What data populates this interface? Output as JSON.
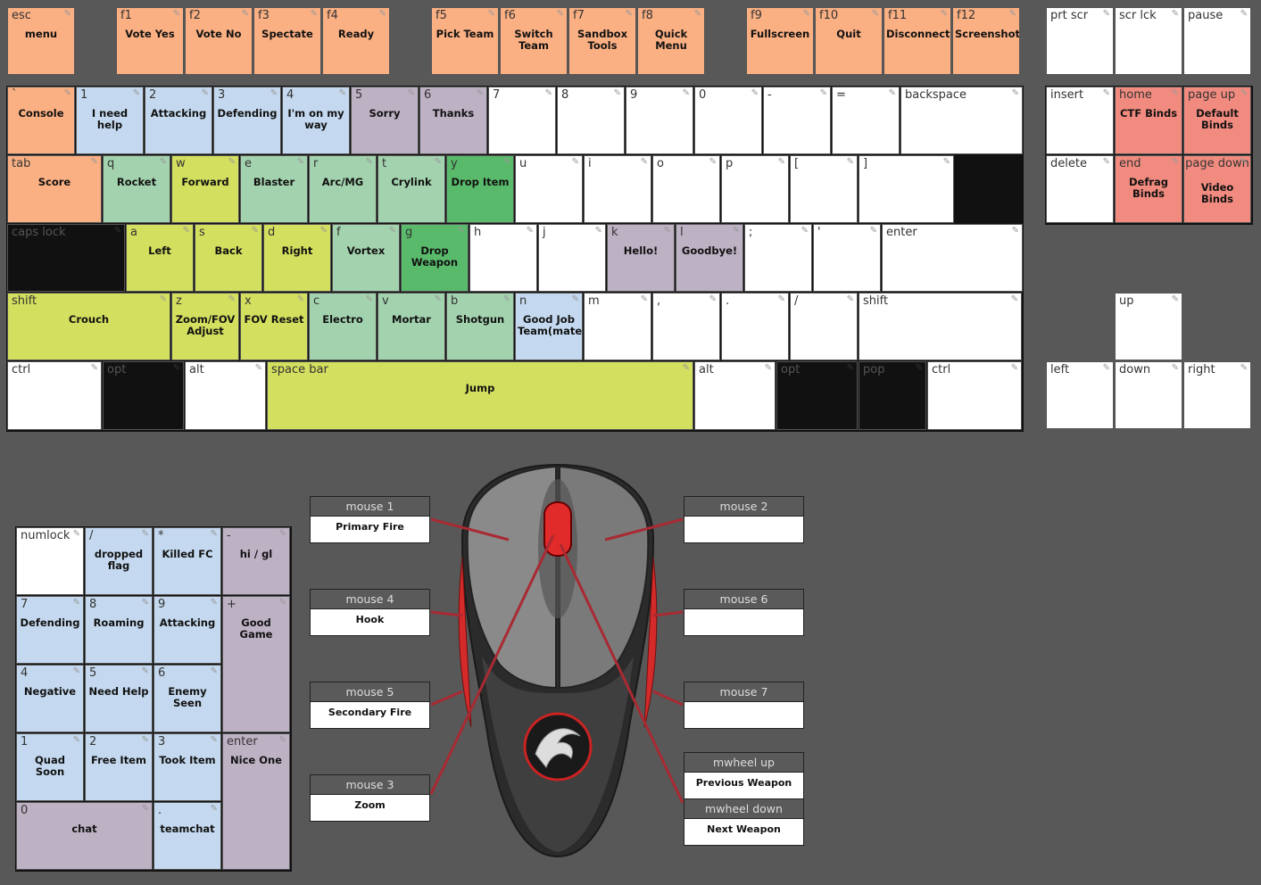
{
  "pencil_icon": "✎",
  "colors": {
    "orange": "#fbb083",
    "white": "#ffffff",
    "blue": "#c4d9ef",
    "mauve": "#bdb1c4",
    "yellow": "#d3df5e",
    "mint": "#a3d3ae",
    "green": "#5aba6b",
    "red": "#f28b7f",
    "black": "#111111",
    "background": "#585858",
    "mouse_accent": "#d42a2a"
  },
  "keyboard": {
    "function_row": [
      {
        "label": "esc",
        "action": "menu",
        "color": "orange"
      },
      {
        "label": "f1",
        "action": "Vote Yes",
        "color": "orange"
      },
      {
        "label": "f2",
        "action": "Vote No",
        "color": "orange"
      },
      {
        "label": "f3",
        "action": "Spectate",
        "color": "orange"
      },
      {
        "label": "f4",
        "action": "Ready",
        "color": "orange"
      },
      {
        "label": "f5",
        "action": "Pick Team",
        "color": "orange"
      },
      {
        "label": "f6",
        "action": "Switch Team",
        "color": "orange"
      },
      {
        "label": "f7",
        "action": "Sandbox Tools",
        "color": "orange"
      },
      {
        "label": "f8",
        "action": "Quick Menu",
        "color": "orange"
      },
      {
        "label": "f9",
        "action": "Fullscreen",
        "color": "orange"
      },
      {
        "label": "f10",
        "action": "Quit",
        "color": "orange"
      },
      {
        "label": "f11",
        "action": "Disconnect",
        "color": "orange"
      },
      {
        "label": "f12",
        "action": "Screenshot",
        "color": "orange"
      }
    ],
    "number_row": [
      {
        "label": "`",
        "action": "Console",
        "color": "orange"
      },
      {
        "label": "1",
        "action": "I need help",
        "color": "blue"
      },
      {
        "label": "2",
        "action": "Attacking",
        "color": "blue"
      },
      {
        "label": "3",
        "action": "Defending",
        "color": "blue"
      },
      {
        "label": "4",
        "action": "I'm on my way",
        "color": "blue"
      },
      {
        "label": "5",
        "action": "Sorry",
        "color": "mauve"
      },
      {
        "label": "6",
        "action": "Thanks",
        "color": "mauve"
      },
      {
        "label": "7",
        "action": "",
        "color": "white"
      },
      {
        "label": "8",
        "action": "",
        "color": "white"
      },
      {
        "label": "9",
        "action": "",
        "color": "white"
      },
      {
        "label": "0",
        "action": "",
        "color": "white"
      },
      {
        "label": "-",
        "action": "",
        "color": "white"
      },
      {
        "label": "=",
        "action": "",
        "color": "white"
      },
      {
        "label": "backspace",
        "action": "",
        "color": "white"
      }
    ],
    "tab_row": [
      {
        "label": "tab",
        "action": "Score",
        "color": "orange"
      },
      {
        "label": "q",
        "action": "Rocket",
        "color": "mint"
      },
      {
        "label": "w",
        "action": "Forward",
        "color": "yellow"
      },
      {
        "label": "e",
        "action": "Blaster",
        "color": "mint"
      },
      {
        "label": "r",
        "action": "Arc/MG",
        "color": "mint"
      },
      {
        "label": "t",
        "action": "Crylink",
        "color": "mint"
      },
      {
        "label": "y",
        "action": "Drop Item",
        "color": "green"
      },
      {
        "label": "u",
        "action": "",
        "color": "white"
      },
      {
        "label": "i",
        "action": "",
        "color": "white"
      },
      {
        "label": "o",
        "action": "",
        "color": "white"
      },
      {
        "label": "p",
        "action": "",
        "color": "white"
      },
      {
        "label": "[",
        "action": "",
        "color": "white"
      },
      {
        "label": "]",
        "action": "",
        "color": "white"
      },
      {
        "label": "\\",
        "action": "",
        "color": "white"
      }
    ],
    "caps_row": [
      {
        "label": "caps lock",
        "action": "",
        "color": "black"
      },
      {
        "label": "a",
        "action": "Left",
        "color": "yellow"
      },
      {
        "label": "s",
        "action": "Back",
        "color": "yellow"
      },
      {
        "label": "d",
        "action": "Right",
        "color": "yellow"
      },
      {
        "label": "f",
        "action": "Vortex",
        "color": "mint"
      },
      {
        "label": "g",
        "action": "Drop Weapon",
        "color": "green"
      },
      {
        "label": "h",
        "action": "",
        "color": "white"
      },
      {
        "label": "j",
        "action": "",
        "color": "white"
      },
      {
        "label": "k",
        "action": "Hello!",
        "color": "mauve"
      },
      {
        "label": "l",
        "action": "Goodbye!",
        "color": "mauve"
      },
      {
        "label": ";",
        "action": "",
        "color": "white"
      },
      {
        "label": "'",
        "action": "",
        "color": "white"
      },
      {
        "label": "enter",
        "action": "",
        "color": "white"
      }
    ],
    "shift_row": [
      {
        "label": "shift",
        "action": "Crouch",
        "color": "yellow"
      },
      {
        "label": "z",
        "action": "Zoom/FOV Adjust",
        "color": "yellow"
      },
      {
        "label": "x",
        "action": "FOV Reset",
        "color": "yellow"
      },
      {
        "label": "c",
        "action": "Electro",
        "color": "mint"
      },
      {
        "label": "v",
        "action": "Mortar",
        "color": "mint"
      },
      {
        "label": "b",
        "action": "Shotgun",
        "color": "mint"
      },
      {
        "label": "n",
        "action": "Good Job Team(mate)",
        "color": "blue"
      },
      {
        "label": "m",
        "action": "",
        "color": "white"
      },
      {
        "label": ",",
        "action": "",
        "color": "white"
      },
      {
        "label": ".",
        "action": "",
        "color": "white"
      },
      {
        "label": "/",
        "action": "",
        "color": "white"
      },
      {
        "label": "shift",
        "action": "",
        "color": "white"
      }
    ],
    "bottom_row": [
      {
        "label": "ctrl",
        "action": "",
        "color": "white"
      },
      {
        "label": "opt",
        "action": "",
        "color": "black"
      },
      {
        "label": "alt",
        "action": "",
        "color": "white"
      },
      {
        "label": "space bar",
        "action": "Jump",
        "color": "yellow"
      },
      {
        "label": "alt",
        "action": "",
        "color": "white"
      },
      {
        "label": "opt",
        "action": "",
        "color": "black"
      },
      {
        "label": "pop",
        "action": "",
        "color": "black"
      },
      {
        "label": "ctrl",
        "action": "",
        "color": "white"
      }
    ],
    "system_keys": [
      {
        "label": "prt scr",
        "action": "",
        "color": "white"
      },
      {
        "label": "scr lck",
        "action": "",
        "color": "white"
      },
      {
        "label": "pause",
        "action": "",
        "color": "white"
      }
    ],
    "nav_cluster": [
      {
        "label": "insert",
        "action": "",
        "color": "white"
      },
      {
        "label": "home",
        "action": "CTF Binds",
        "color": "red"
      },
      {
        "label": "page up",
        "action": "Default Binds",
        "color": "red"
      },
      {
        "label": "delete",
        "action": "",
        "color": "white"
      },
      {
        "label": "end",
        "action": "Defrag Binds",
        "color": "red"
      },
      {
        "label": "page down",
        "action": "Video Binds",
        "color": "red"
      }
    ],
    "arrow_keys": [
      {
        "label": "up",
        "action": "",
        "color": "white"
      },
      {
        "label": "left",
        "action": "",
        "color": "white"
      },
      {
        "label": "down",
        "action": "",
        "color": "white"
      },
      {
        "label": "right",
        "action": "",
        "color": "white"
      }
    ]
  },
  "numpad": [
    {
      "label": "numlock",
      "action": "",
      "color": "white"
    },
    {
      "label": "/",
      "action": "dropped flag",
      "color": "blue"
    },
    {
      "label": "*",
      "action": "Killed FC",
      "color": "blue"
    },
    {
      "label": "-",
      "action": "hi / gl",
      "color": "mauve"
    },
    {
      "label": "7",
      "action": "Defending",
      "color": "blue"
    },
    {
      "label": "8",
      "action": "Roaming",
      "color": "blue"
    },
    {
      "label": "9",
      "action": "Attacking",
      "color": "blue"
    },
    {
      "label": "+",
      "action": "Good Game",
      "color": "mauve"
    },
    {
      "label": "4",
      "action": "Negative",
      "color": "blue"
    },
    {
      "label": "5",
      "action": "Need Help",
      "color": "blue"
    },
    {
      "label": "6",
      "action": "Enemy Seen",
      "color": "blue"
    },
    {
      "label": "1",
      "action": "Quad Soon",
      "color": "blue"
    },
    {
      "label": "2",
      "action": "Free Item",
      "color": "blue"
    },
    {
      "label": "3",
      "action": "Took Item",
      "color": "blue"
    },
    {
      "label": "enter",
      "action": "Nice One",
      "color": "mauve"
    },
    {
      "label": "0",
      "action": "chat",
      "color": "mauve"
    },
    {
      "label": ".",
      "action": "teamchat",
      "color": "blue"
    }
  ],
  "mouse_buttons": [
    {
      "label": "mouse 1",
      "action": "Primary Fire"
    },
    {
      "label": "mouse 2",
      "action": ""
    },
    {
      "label": "mouse 4",
      "action": "Hook"
    },
    {
      "label": "mouse 6",
      "action": ""
    },
    {
      "label": "mouse 5",
      "action": "Secondary Fire"
    },
    {
      "label": "mouse 7",
      "action": ""
    },
    {
      "label": "mouse 3",
      "action": "Zoom"
    },
    {
      "label": "mwheel up",
      "action": "Previous Weapon"
    },
    {
      "label": "mwheel down",
      "action": "Next Weapon"
    }
  ]
}
